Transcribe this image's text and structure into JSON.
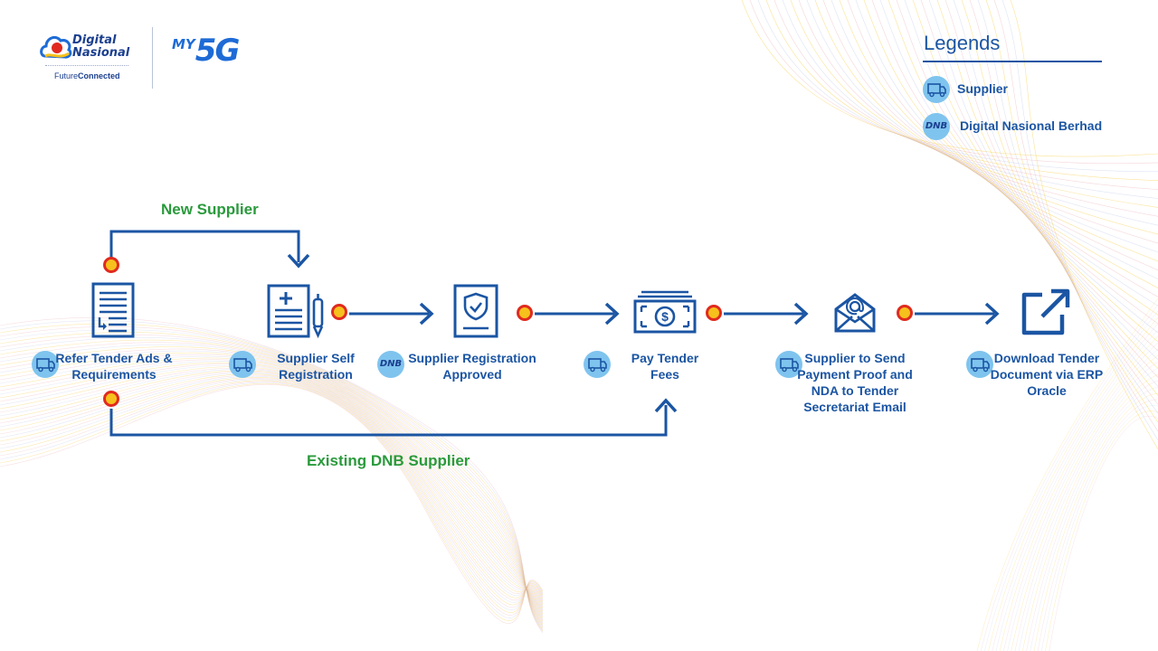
{
  "brand": {
    "name_line1": "Digital",
    "name_line2": "Nasional",
    "tagline_a": "Future",
    "tagline_b": "Connected",
    "partner_prefix": "MY",
    "partner_main": "5G"
  },
  "legend": {
    "title": "Legends",
    "items": [
      {
        "icon": "truck-icon",
        "label": "Supplier"
      },
      {
        "icon": "dnb-icon",
        "badge_text": "DNB",
        "label": "Digital Nasional Berhad"
      }
    ]
  },
  "paths": {
    "new_supplier": "New Supplier",
    "existing_supplier": "Existing DNB Supplier"
  },
  "steps": [
    {
      "icon": "document-list-icon",
      "actor": "supplier",
      "label": "Refer Tender Ads & Requirements"
    },
    {
      "icon": "form-pen-icon",
      "actor": "supplier",
      "label": "Supplier Self Registration"
    },
    {
      "icon": "shield-document-icon",
      "actor": "dnb",
      "actor_text": "DNB",
      "label": "Supplier Registration Approved"
    },
    {
      "icon": "money-icon",
      "actor": "supplier",
      "label": "Pay Tender Fees"
    },
    {
      "icon": "email-icon",
      "actor": "supplier",
      "label": "Supplier to Send Payment Proof and NDA to Tender Secretariat Email"
    },
    {
      "icon": "external-link-icon",
      "actor": "supplier",
      "label": "Download Tender Document via ERP Oracle"
    }
  ],
  "colors": {
    "primary": "#1b55a3",
    "green": "#2a9a3c",
    "badge": "#7fc4ee",
    "node_fill": "#f6c11c",
    "node_ring": "#e02a1f"
  }
}
